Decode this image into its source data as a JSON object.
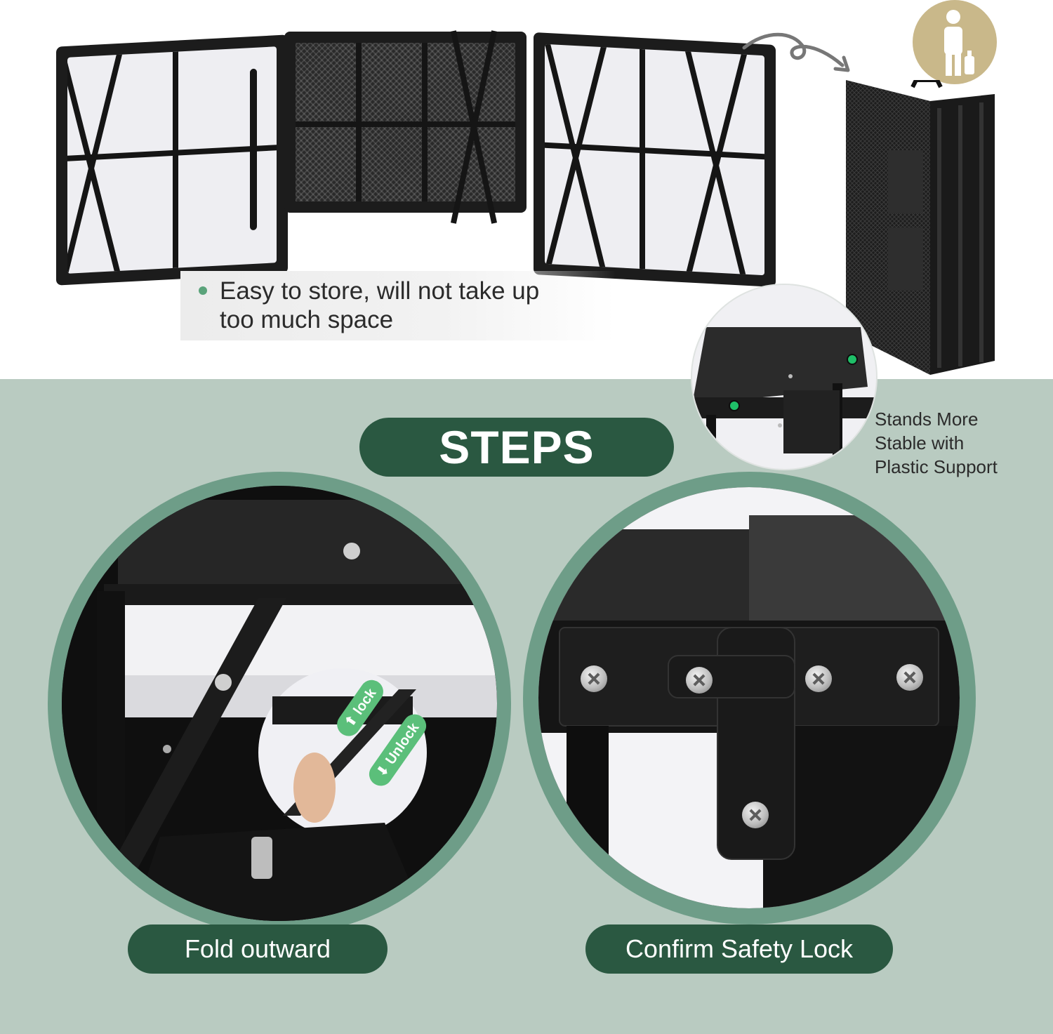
{
  "colors": {
    "brand_green": "#2a5841",
    "background_sage": "#b9cbc1",
    "ring_green": "#6e9d88",
    "bullet_green": "#5aa37a",
    "badge_gold": "#c9b88a",
    "lock_green": "#5bbf7a"
  },
  "top": {
    "callout": {
      "bullet_icon": "green-dot",
      "line1": "Easy to store, will not take up",
      "line2": "too much space"
    },
    "badge_icon": "person-with-case-icon",
    "arrow_icon": "curved-arrow-icon"
  },
  "inset": {
    "caption_line1": "Stands More",
    "caption_line2": "Stable with",
    "caption_line3": "Plastic Support"
  },
  "steps": {
    "title": "STEPS",
    "step1": {
      "label": "Fold outward",
      "lock_tag": "lock",
      "unlock_tag": "Unlock"
    },
    "step2": {
      "label": "Confirm Safety Lock"
    }
  }
}
